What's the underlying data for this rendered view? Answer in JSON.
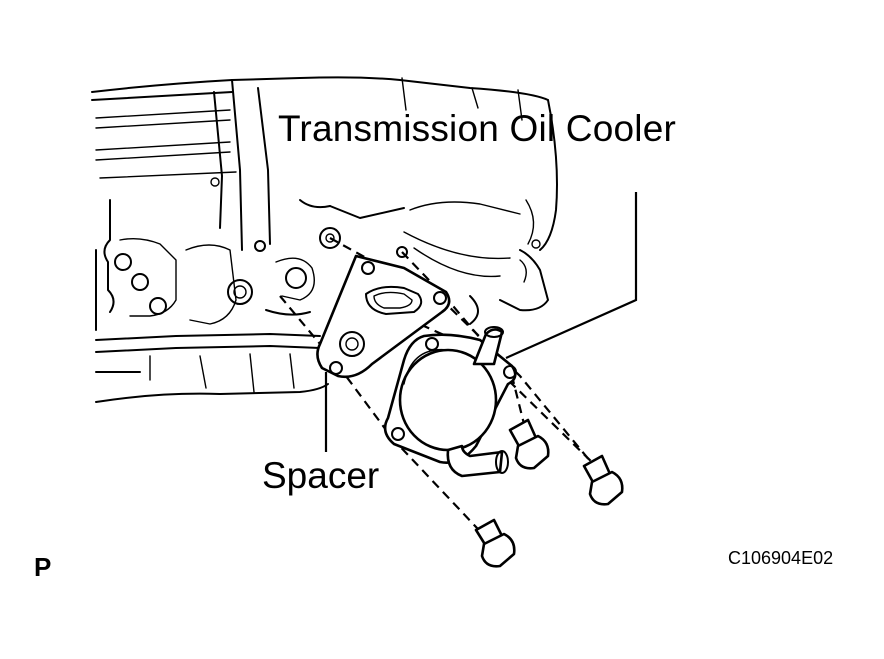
{
  "labels": {
    "oil_cooler": "Transmission Oil Cooler",
    "spacer": "Spacer",
    "figure_code": "C106904E02",
    "view_marker": "P"
  }
}
